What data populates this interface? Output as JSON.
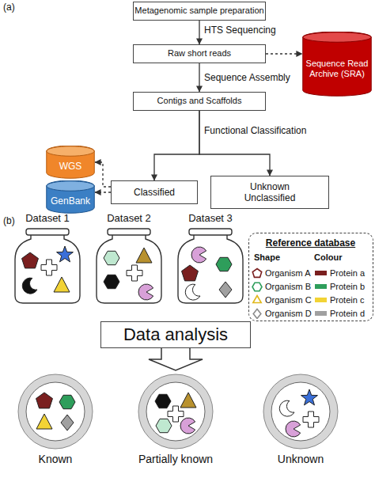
{
  "diagram": {
    "nodes": [
      {
        "text": [
          "Metagenomic sample preparation"
        ]
      },
      {
        "text": [
          "Raw short reads"
        ]
      },
      {
        "text": [
          "Sequence Read Archive (SRA)"
        ]
      },
      {
        "text": [
          "Contigs and Scaffolds"
        ]
      },
      {
        "text": [
          "WGS"
        ]
      },
      {
        "text": [
          "GenBank"
        ]
      },
      {
        "text": [
          "Classified"
        ]
      },
      {
        "text": [
          "Unknown Unclassified"
        ]
      },
      {
        "text": [
          "Dataset 1"
        ]
      },
      {
        "text": [
          "Dataset 2"
        ]
      },
      {
        "text": [
          "Dataset 3"
        ]
      },
      {
        "text": [
          "Reference database",
          "Shape",
          "Colour"
        ]
      },
      {
        "text": [
          "Data analysis"
        ]
      },
      {
        "text": [
          "Known"
        ]
      },
      {
        "text": [
          "Partially known"
        ]
      },
      {
        "text": [
          "Unknown"
        ]
      }
    ],
    "edges": [
      {
        "from": 0,
        "to": 1,
        "label": "HTS Sequencing",
        "arrow": "to"
      },
      {
        "from": 1,
        "to": 2,
        "arrow": "to"
      },
      {
        "from": 1,
        "to": 3,
        "label": "Sequence Assembly",
        "arrow": "to"
      },
      {
        "from": 3,
        "to": 6,
        "label": "Functional Classification",
        "arrow": "to"
      },
      {
        "from": 3,
        "to": 7,
        "arrow": "to"
      },
      {
        "from": 6,
        "to": 4,
        "arrow": "to"
      },
      {
        "from": 6,
        "to": 5,
        "arrow": "to"
      },
      {
        "from": 12,
        "to": 14,
        "arrow": "to"
      }
    ],
    "labels": [
      "(a)",
      "(b)"
    ],
    "legend": [
      {
        "text": "Organism A"
      },
      {
        "text": "Organism B"
      },
      {
        "text": "Organism C"
      },
      {
        "text": "Organism D"
      },
      {
        "text": "Protein a",
        "color": "#7a1f1f"
      },
      {
        "text": "Protein b",
        "color": "#2e9e5b"
      },
      {
        "text": "Protein c",
        "color": "#f2d335"
      },
      {
        "text": "Protein d",
        "color": "#a0a0a0"
      }
    ]
  }
}
